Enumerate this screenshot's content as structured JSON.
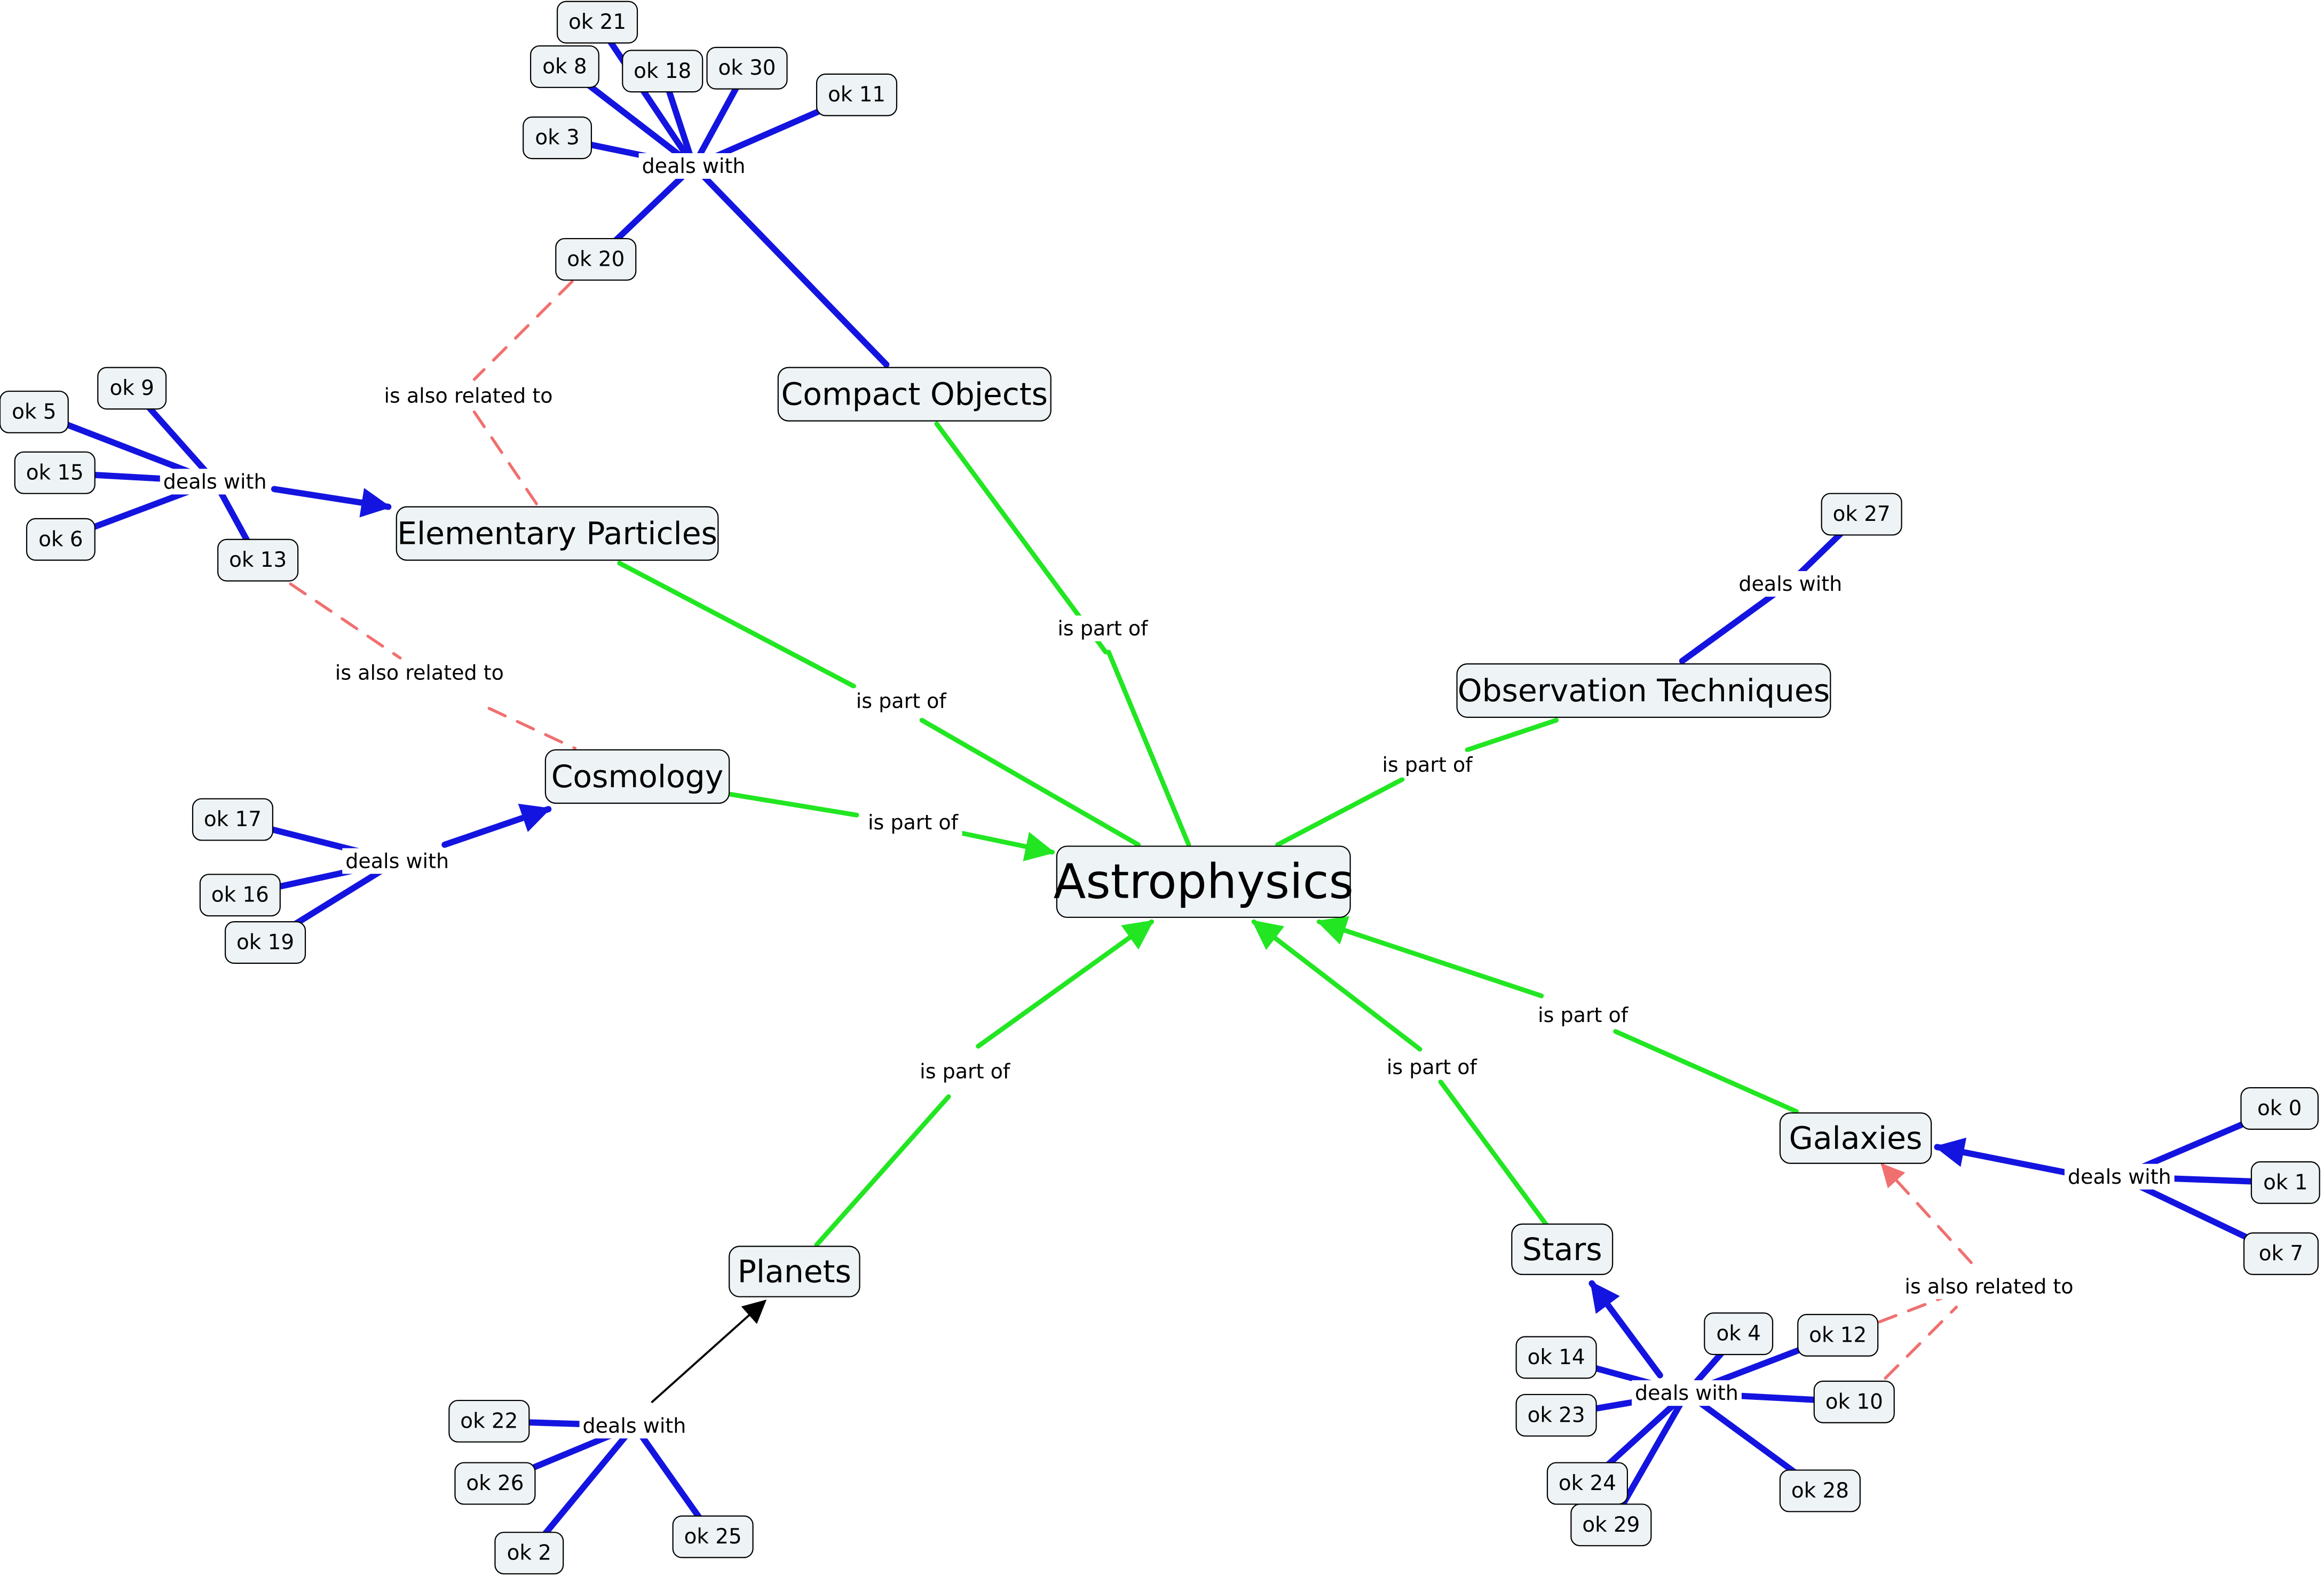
{
  "colors": {
    "part_of": "#22e622",
    "deals_with": "#1414e0",
    "related": "#f07070",
    "plain": "#000000",
    "node_fill": "#eef3f5"
  },
  "link_labels": {
    "part_of": "is part of",
    "deals_with": "deals with",
    "related": "is also related to"
  },
  "concepts": {
    "astrophysics": "Astrophysics",
    "compact_objects": "Compact Objects",
    "elementary_particles": "Elementary Particles",
    "observation_techniques": "Observation Techniques",
    "cosmology": "Cosmology",
    "galaxies": "Galaxies",
    "stars": "Stars",
    "planets": "Planets"
  },
  "leaves": {
    "ok0": "ok 0",
    "ok1": "ok 1",
    "ok2": "ok 2",
    "ok3": "ok 3",
    "ok4": "ok 4",
    "ok5": "ok 5",
    "ok6": "ok 6",
    "ok7": "ok 7",
    "ok8": "ok 8",
    "ok9": "ok 9",
    "ok10": "ok 10",
    "ok11": "ok 11",
    "ok12": "ok 12",
    "ok13": "ok 13",
    "ok14": "ok 14",
    "ok15": "ok 15",
    "ok16": "ok 16",
    "ok17": "ok 17",
    "ok18": "ok 18",
    "ok19": "ok 19",
    "ok20": "ok 20",
    "ok21": "ok 21",
    "ok22": "ok 22",
    "ok23": "ok 23",
    "ok24": "ok 24",
    "ok25": "ok 25",
    "ok26": "ok 26",
    "ok27": "ok 27",
    "ok28": "ok 28",
    "ok29": "ok 29",
    "ok30": "ok 30"
  }
}
